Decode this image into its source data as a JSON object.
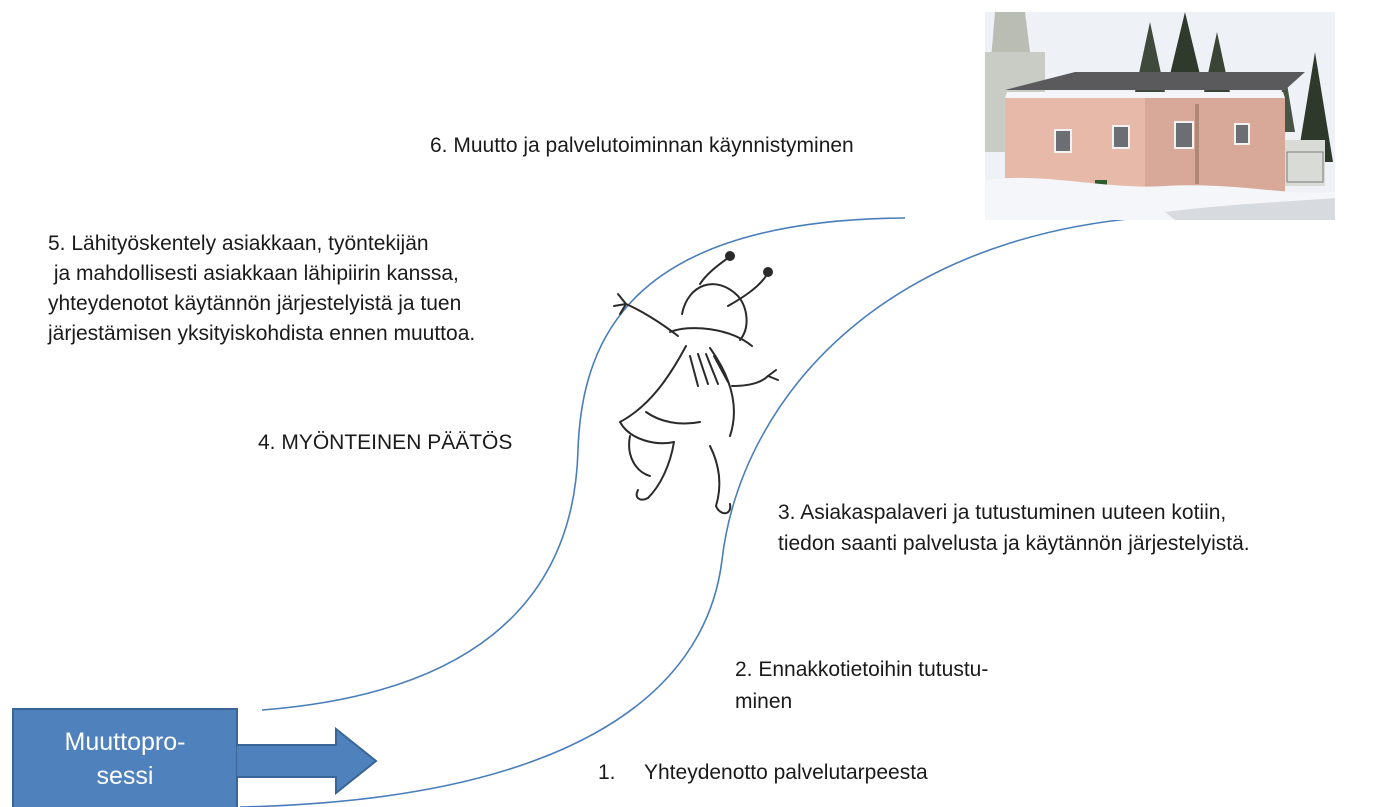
{
  "diagram": {
    "steps": {
      "s6": "6. Muutto ja palvelutoiminnan käynnistyminen",
      "s5": "5. Lähityöskentely asiakkaan, työntekijän\n ja mahdollisesti asiakkaan lähipiirin kanssa,\nyhteydenotot käytännön järjestelyistä ja tuen\njärjestämisen yksityiskohdista ennen muuttoa.",
      "s4": "4. MYÖNTEINEN PÄÄTÖS",
      "s3": "3. Asiakaspalaveri ja tutustuminen uuteen kotiin,\ntiedon saanti palvelusta ja käytännön järjestelyistä.",
      "s2": "2. Ennakkotietoihin tutustu-\nminen",
      "s1_number": "1.",
      "s1_text": "Yhteydenotto palvelutarpeesta"
    },
    "arrow_label": "Muuttopro-\nsessi",
    "colors": {
      "path_line": "#4a7ebb",
      "arrow_fill": "#4f81bd",
      "arrow_border": "#3a6597",
      "house_wall": "#e6b9a8",
      "snow": "#f4f6fa"
    },
    "images": {
      "house_photo": "house-photo",
      "figure_drawing": "dancing-figure-drawing"
    }
  }
}
